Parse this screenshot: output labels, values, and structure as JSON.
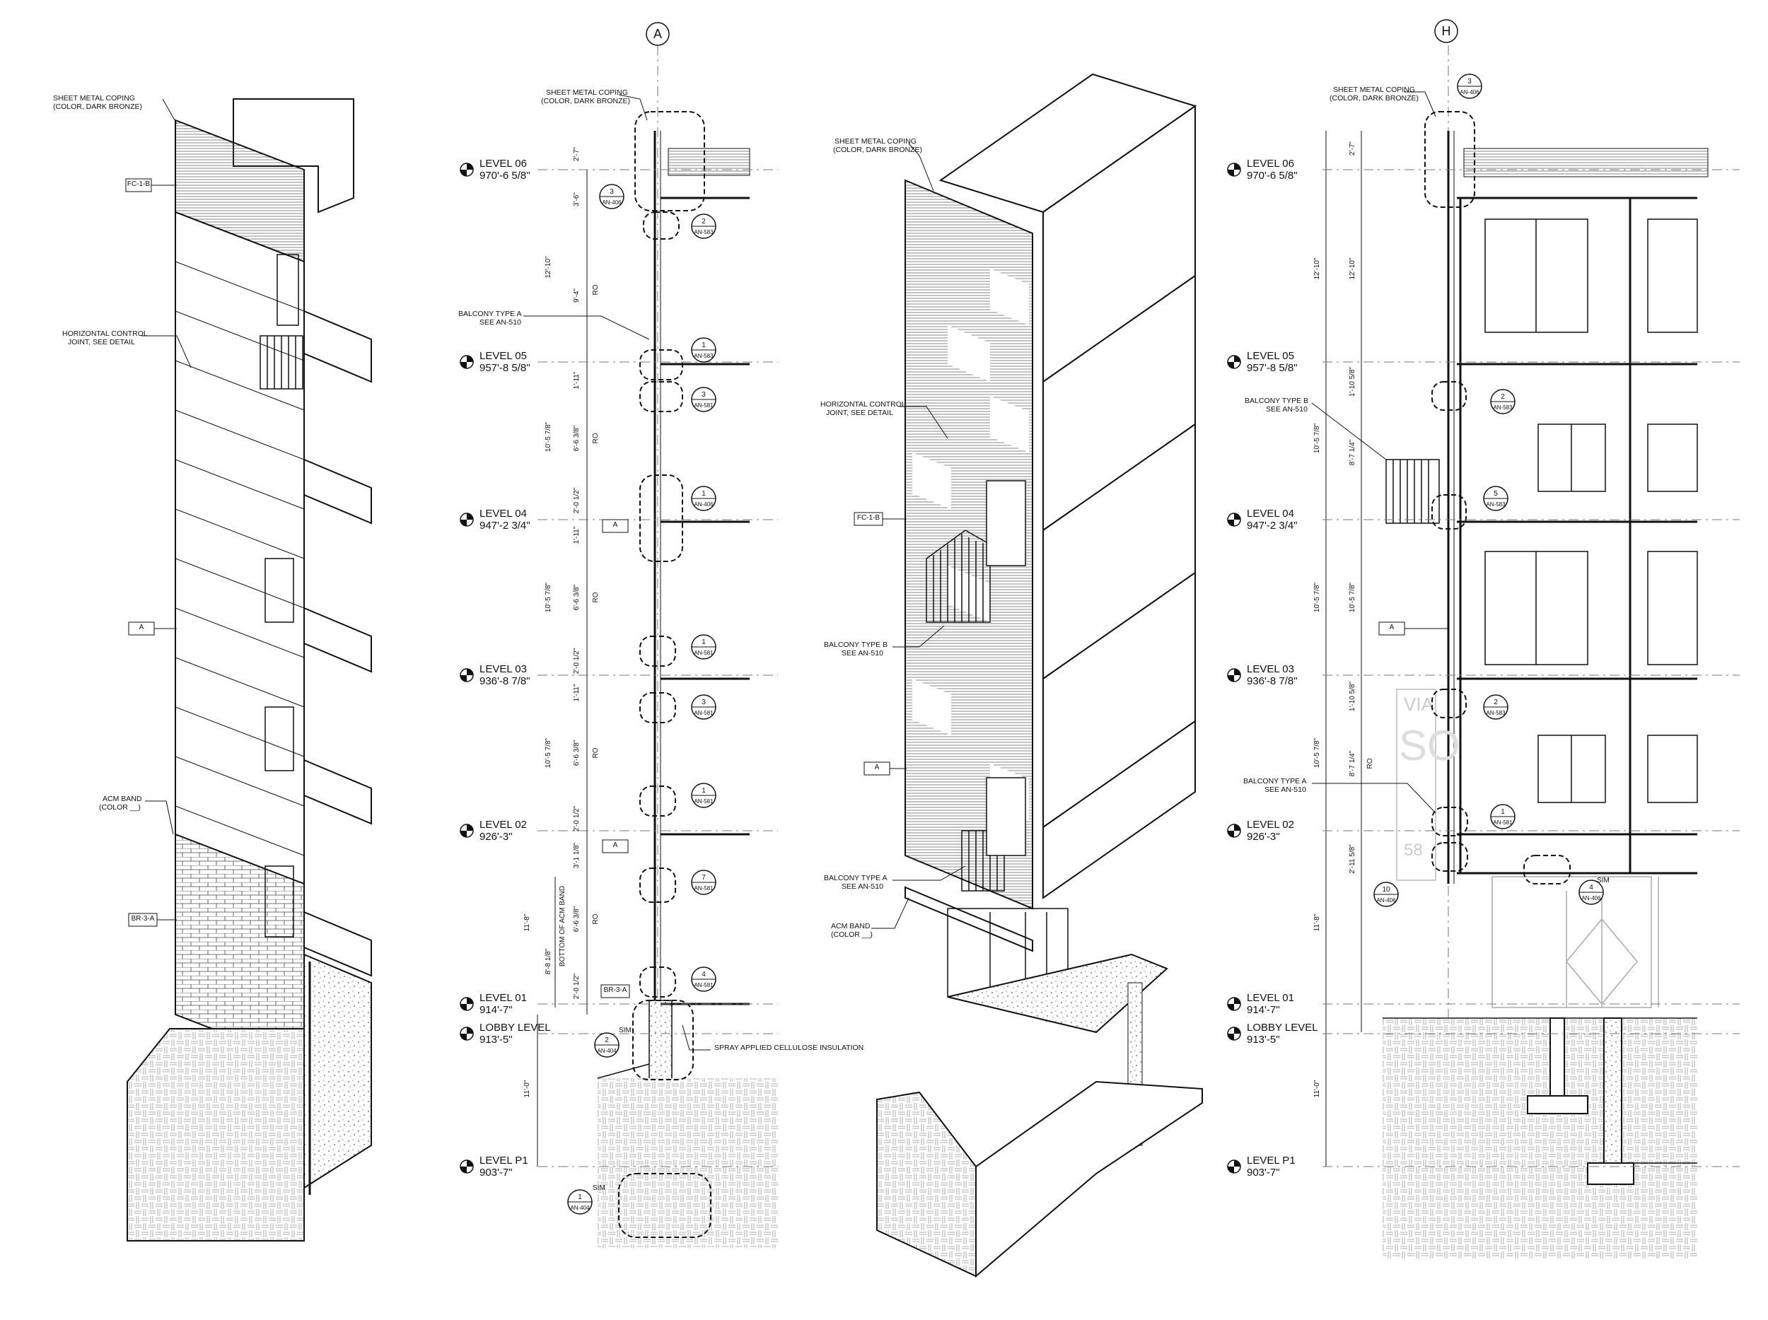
{
  "notes": {
    "coping": [
      "SHEET METAL COPING",
      "(COLOR, DARK BRONZE)"
    ],
    "hcj": [
      "HORIZONTAL CONTROL",
      "JOINT, SEE DETAIL"
    ],
    "acm": [
      "ACM BAND",
      "(COLOR __)"
    ],
    "balcA": [
      "BALCONY TYPE A",
      "SEE AN-510"
    ],
    "balcB": [
      "BALCONY TYPE B",
      "SEE AN-510"
    ],
    "spray": "SPRAY APPLIED CELLULOSE INSULATION"
  },
  "tags": {
    "fc1b": "FC-1-B",
    "a": "A",
    "br3a": "BR-3-A"
  },
  "grid": {
    "left": "A",
    "right": "H"
  },
  "levels": [
    {
      "name": "LEVEL 06",
      "elev": "970'-6 5/8\""
    },
    {
      "name": "LEVEL 05",
      "elev": "957'-8 5/8\""
    },
    {
      "name": "LEVEL 04",
      "elev": "947'-2 3/4\""
    },
    {
      "name": "LEVEL 03",
      "elev": "936'-8 7/8\""
    },
    {
      "name": "LEVEL 02",
      "elev": "926'-3\""
    },
    {
      "name": "LEVEL 01",
      "elev": "914'-7\""
    },
    {
      "name": "LOBBY LEVEL",
      "elev": "913'-5\""
    },
    {
      "name": "LEVEL P1",
      "elev": "903'-7\""
    }
  ],
  "callouts": {
    "c3_406": {
      "num": "3",
      "sheet": "AN-406"
    },
    "c2_583": {
      "num": "2",
      "sheet": "AN-583"
    },
    "c1_583": {
      "num": "1",
      "sheet": "AN-583"
    },
    "c3_581": {
      "num": "3",
      "sheet": "AN-581"
    },
    "c1_406": {
      "num": "1",
      "sheet": "AN-406"
    },
    "c1_581": {
      "num": "1",
      "sheet": "AN-581"
    },
    "c7_581": {
      "num": "7",
      "sheet": "AN-581"
    },
    "c4_581": {
      "num": "4",
      "sheet": "AN-581"
    },
    "c2_404": {
      "num": "2",
      "sheet": "AN-404"
    },
    "c1_404": {
      "num": "1",
      "sheet": "AN-404"
    },
    "c2_583r": {
      "num": "2",
      "sheet": "AN-583"
    },
    "c5_583": {
      "num": "5",
      "sheet": "AN-583"
    },
    "c1_581r": {
      "num": "1",
      "sheet": "AN-581"
    },
    "c10_406": {
      "num": "10",
      "sheet": "AN-406"
    },
    "c4_406": {
      "num": "4",
      "sheet": "AN-406"
    }
  },
  "sim": "SIM",
  "dims": {
    "d27": "2'-7\"",
    "d36": "3'-6\"",
    "d1210": "12'-10\"",
    "d94": "9'-4\"",
    "d111": "1'-11\"",
    "d1057": "10'-5 7/8\"",
    "d638": "6'-6 3/8\"",
    "d2012": "2'-0 1/2\"",
    "d3118": "3'-1 1/8\"",
    "d118": "11'-8\"",
    "d8818": "8'-8 1/8\"",
    "bottomAcm": "BOTTOM OF ACM BAND",
    "d110": "11'-0\"",
    "ro": "RO",
    "d11058": "1'-10 5/8\"",
    "d8714": "8'-7 1/4\"",
    "d21158": "2'-11 5/8\""
  },
  "signage": {
    "letters": "VIA",
    "big": "SO",
    "num": "58"
  }
}
